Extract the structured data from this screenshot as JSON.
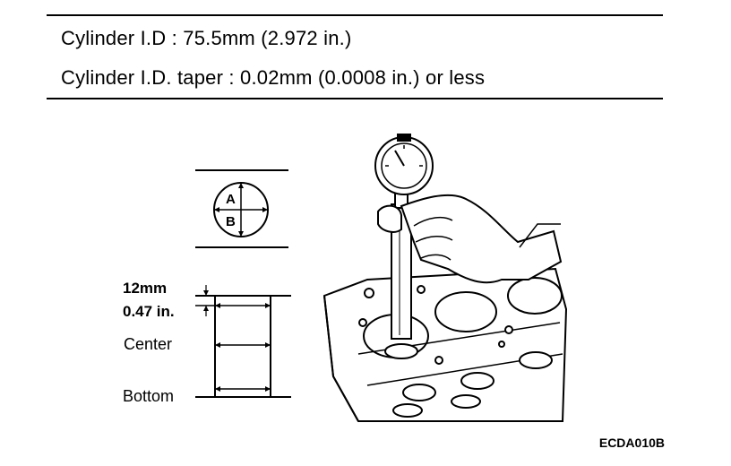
{
  "specs": {
    "line1": "Cylinder I.D : 75.5mm (2.972 in.)",
    "line2": "Cylinder I.D. taper : 0.02mm (0.0008 in.) or less"
  },
  "diagram": {
    "section_a": "A",
    "section_b": "B",
    "depth_mm": "12mm",
    "depth_in": "0.47 in.",
    "center_label": "Center",
    "bottom_label": "Bottom"
  },
  "figure_code": "ECDA010B"
}
